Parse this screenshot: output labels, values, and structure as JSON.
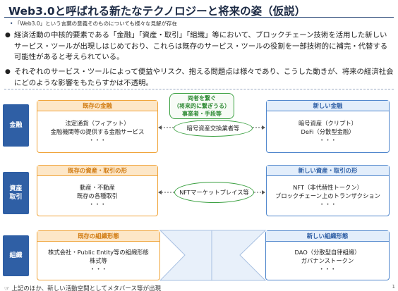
{
  "title": "Web3.0と呼ばれる新たなテクノロジーと将来の姿（仮説）",
  "subnote": "「Web3.0」という言葉の意義そのものについても様々な見解が存在",
  "bullets": [
    "経済活動の中核的要素である「金融」「資産・取引」「組織」等において、ブロックチェーン技術を活用した新しいサービス・ツールが出現しはじめており、これらは既存のサービス・ツールの役割を一部技術的に補完・代替する可能性があると考えられている。",
    "それぞれのサービス・ツールによって便益やリスク、抱える問題点は様々であり、こうした動きが、将来の経済社会にどのような影響をもたらすかは不透明。"
  ],
  "connector": {
    "line1": "両者を繋ぐ",
    "line2": "（将来的に繋ぎうる）",
    "line3": "事業者・手段等"
  },
  "rows": [
    {
      "label": "金融",
      "left_header": "既存の金融",
      "left_lines": [
        "法定通貨（フィアット）",
        "金融機関等の提供する金融サービス",
        "・・・"
      ],
      "middle": "暗号資産交換業者等",
      "right_header": "新しい金融",
      "right_lines": [
        "暗号資産（クリプト）",
        "DeFi（分散型金融）",
        "・・・"
      ]
    },
    {
      "label": "資産\n取引",
      "left_header": "既存の資産・取引の形",
      "left_lines": [
        "動産・不動産",
        "既存の各種取引",
        "・・・"
      ],
      "middle": "NFTマーケットプレイス等",
      "right_header": "新しい資産・取引の形",
      "right_lines": [
        "NFT（非代替性トークン）",
        "ブロックチェーン上のトランザクション",
        "・・・"
      ]
    },
    {
      "label": "組織",
      "left_header": "既存の組織形態",
      "left_lines": [
        "株式会社・Public Entity等の組織形態",
        "株式等",
        "・・・"
      ],
      "middle": "",
      "right_header": "新しい組織形態",
      "right_lines": [
        "DAO（分散型自律組織）",
        "ガバナンストークン",
        "・・・"
      ]
    }
  ],
  "footer": "上記のほか、新しい活動空間としてメタバース等が出現",
  "page_number": "1",
  "colors": {
    "accent_blue": "#2f5fa5",
    "orange": "#f0a43a",
    "green": "#3aa040"
  }
}
